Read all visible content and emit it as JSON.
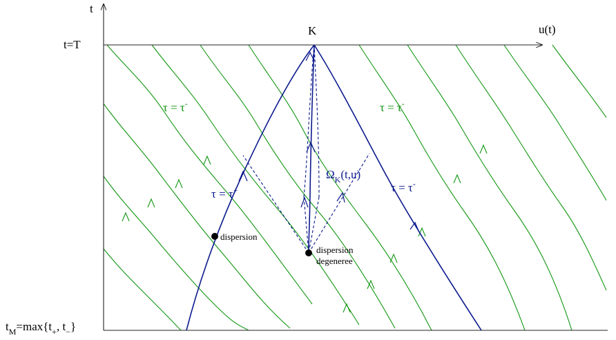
{
  "axes": {
    "t_label": "t",
    "u_label": "u(t)",
    "top_label": "t=T",
    "bottom_label_main": "t",
    "bottom_label_sub": "M",
    "bottom_label_rest": "=max{t",
    "bottom_label_plus": "+",
    "bottom_label_comma": ", t",
    "bottom_label_minus": "−",
    "bottom_label_close": "}"
  },
  "labels": {
    "K": "K",
    "tau_minus_left_base": "τ = τ",
    "tau_minus_left_sup": "-",
    "tau_minus_right_base": "τ = τ",
    "tau_minus_right_sup": "-",
    "tau_plus_base": "τ = τ",
    "tau_plus_sup": "+",
    "tau_minus_blue_base": "τ = τ",
    "tau_minus_blue_sup": "-",
    "omega_base": "Ω",
    "omega_sub": "K",
    "omega_args": "(t,u)",
    "dispersion": "dispersion",
    "degen_line1": "dispersion",
    "degen_line2": "degeneree"
  },
  "colors": {
    "green": "#119611",
    "blue": "#0b1a8c",
    "axis": "#222222"
  }
}
